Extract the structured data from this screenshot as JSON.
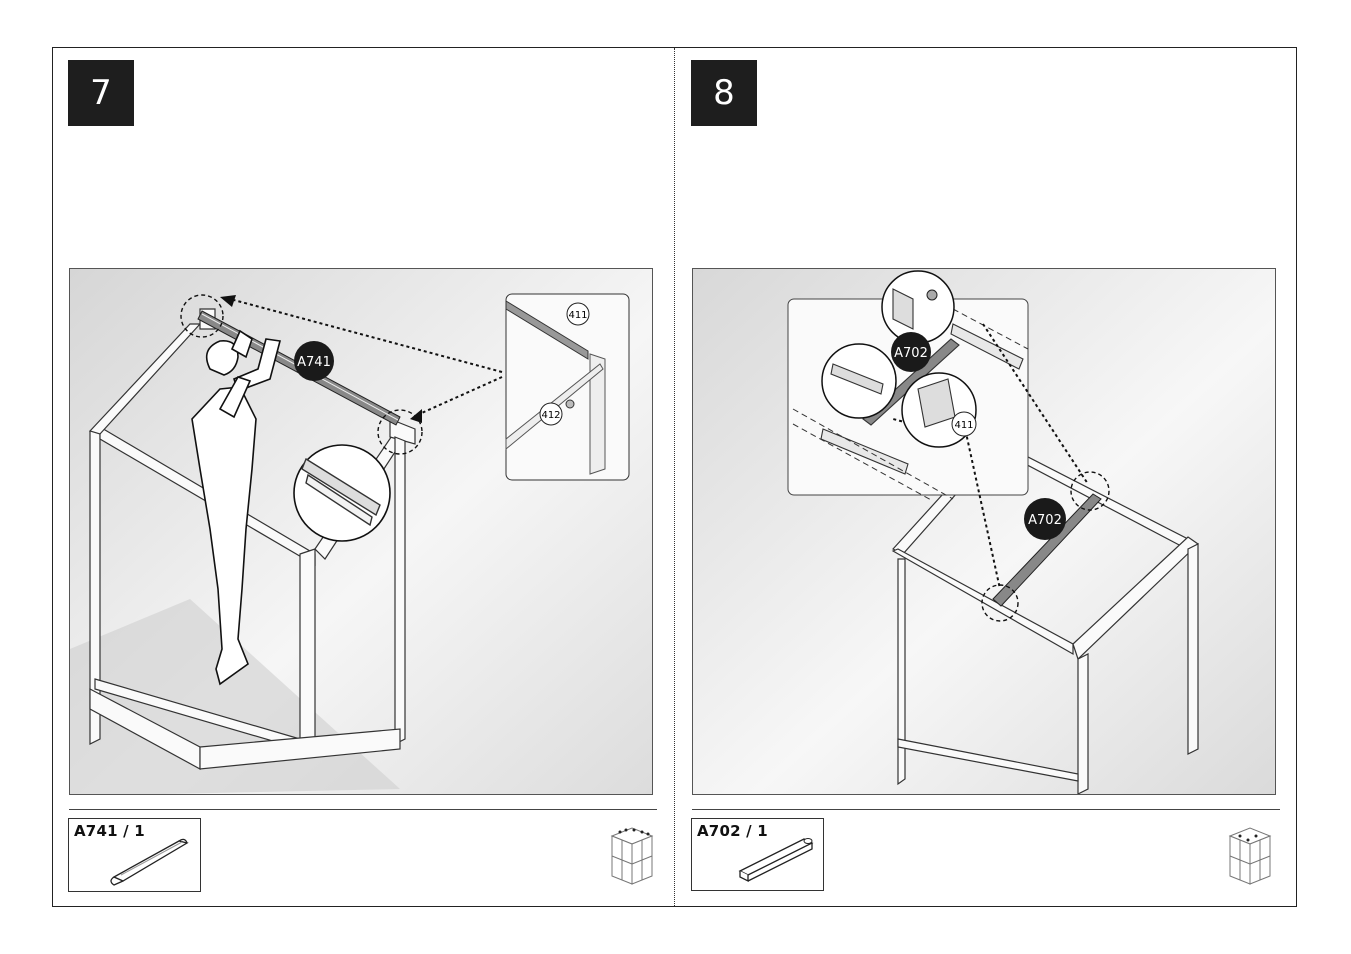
{
  "steps": [
    {
      "number": "7",
      "callouts": {
        "part": "A741",
        "screw_top": "411",
        "screw_bottom": "412"
      },
      "parts_box": {
        "label": "A741 / 1",
        "icon": "roof-ridge-profile-icon"
      },
      "thumbnail_icon": "greenhouse-thumbnail-icon"
    },
    {
      "number": "8",
      "callouts": {
        "part_detail": "A702",
        "screw": "411",
        "part_main": "A702"
      },
      "parts_box": {
        "label": "A702 / 1",
        "icon": "roof-bar-profile-icon"
      },
      "thumbnail_icon": "greenhouse-thumbnail-icon"
    }
  ],
  "colors": {
    "badge": "#1e1e1e",
    "callout_fill": "#1a1a1a",
    "panel_bg": "#e4e4e4",
    "line": "#222222"
  }
}
